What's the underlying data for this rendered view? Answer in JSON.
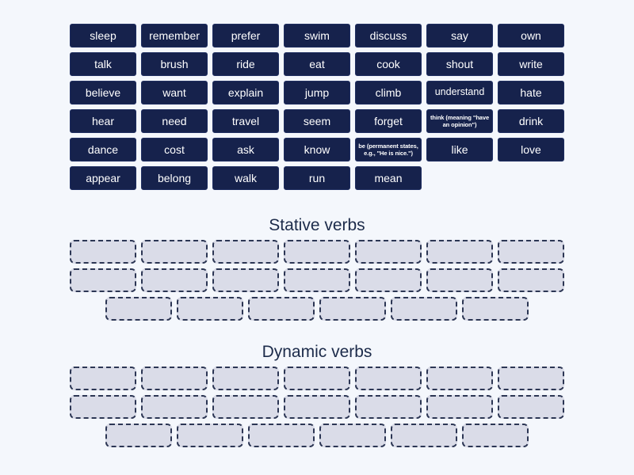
{
  "colors": {
    "page_background": "#f4f7fc",
    "tile_background": "#16224c",
    "tile_text": "#ffffff",
    "heading_text": "#1c2b4a",
    "slot_fill": "#dadce8",
    "slot_border": "#2c3654"
  },
  "tiles": [
    {
      "label": "sleep",
      "size": "normal"
    },
    {
      "label": "remember",
      "size": "normal"
    },
    {
      "label": "prefer",
      "size": "normal"
    },
    {
      "label": "swim",
      "size": "normal"
    },
    {
      "label": "discuss",
      "size": "normal"
    },
    {
      "label": "say",
      "size": "normal"
    },
    {
      "label": "own",
      "size": "normal"
    },
    {
      "label": "talk",
      "size": "normal"
    },
    {
      "label": "brush",
      "size": "normal"
    },
    {
      "label": "ride",
      "size": "normal"
    },
    {
      "label": "eat",
      "size": "normal"
    },
    {
      "label": "cook",
      "size": "normal"
    },
    {
      "label": "shout",
      "size": "normal"
    },
    {
      "label": "write",
      "size": "normal"
    },
    {
      "label": "believe",
      "size": "normal"
    },
    {
      "label": "want",
      "size": "normal"
    },
    {
      "label": "explain",
      "size": "normal"
    },
    {
      "label": "jump",
      "size": "normal"
    },
    {
      "label": "climb",
      "size": "normal"
    },
    {
      "label": "understand",
      "size": "long"
    },
    {
      "label": "hate",
      "size": "normal"
    },
    {
      "label": "hear",
      "size": "normal"
    },
    {
      "label": "need",
      "size": "normal"
    },
    {
      "label": "travel",
      "size": "normal"
    },
    {
      "label": "seem",
      "size": "normal"
    },
    {
      "label": "forget",
      "size": "normal"
    },
    {
      "label": "think (meaning \"have an opinion\")",
      "size": "tiny"
    },
    {
      "label": "drink",
      "size": "normal"
    },
    {
      "label": "dance",
      "size": "normal"
    },
    {
      "label": "cost",
      "size": "normal"
    },
    {
      "label": "ask",
      "size": "normal"
    },
    {
      "label": "know",
      "size": "normal"
    },
    {
      "label": "be (permanent states, e.g., \"He is nice.\")",
      "size": "tiny"
    },
    {
      "label": "like",
      "size": "normal"
    },
    {
      "label": "love",
      "size": "normal"
    },
    {
      "label": "appear",
      "size": "normal"
    },
    {
      "label": "belong",
      "size": "normal"
    },
    {
      "label": "walk",
      "size": "normal"
    },
    {
      "label": "run",
      "size": "normal"
    },
    {
      "label": "mean",
      "size": "normal"
    }
  ],
  "sections": [
    {
      "title": "Stative verbs",
      "rows": [
        {
          "slots": 7,
          "centered": false
        },
        {
          "slots": 7,
          "centered": false
        },
        {
          "slots": 6,
          "centered": true
        }
      ]
    },
    {
      "title": "Dynamic verbs",
      "rows": [
        {
          "slots": 7,
          "centered": false
        },
        {
          "slots": 7,
          "centered": false
        },
        {
          "slots": 6,
          "centered": true
        }
      ]
    }
  ]
}
